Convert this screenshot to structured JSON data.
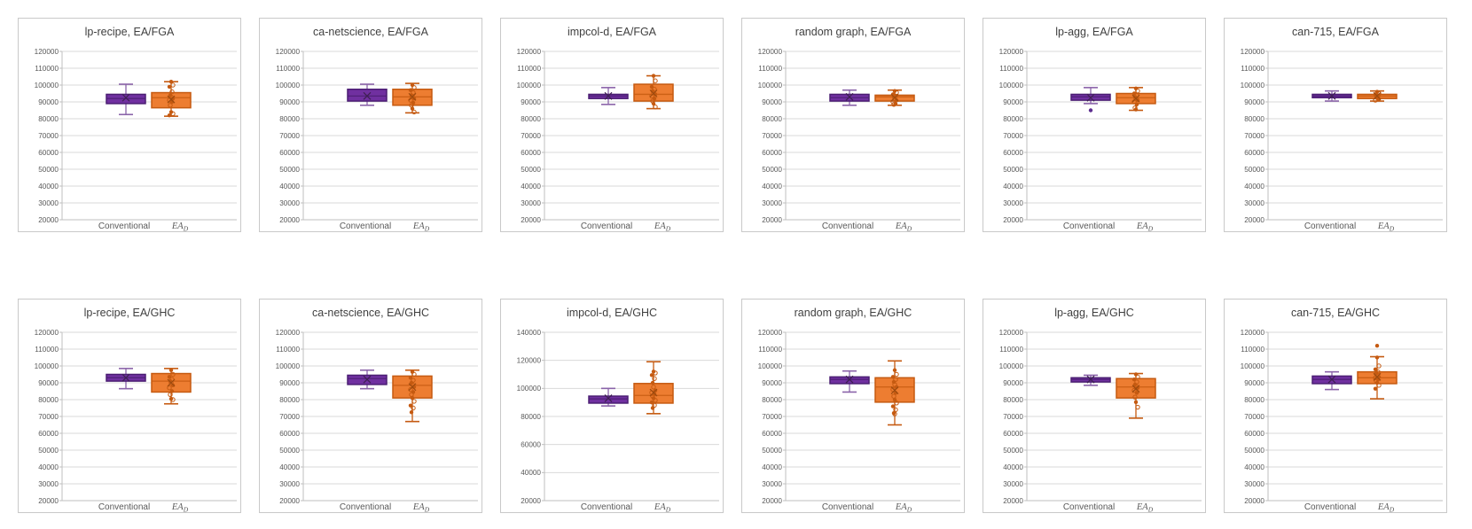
{
  "theme": {
    "background": "#ffffff",
    "card_border": "#c9c9c9",
    "grid_color": "#d9d9d9",
    "axis_color": "#bfbfbf",
    "tick_color": "#595959",
    "title_color": "#404040",
    "purple_fill": "#7030a0",
    "purple_border": "#4b1e73",
    "purple_whisker": "#8a63a9",
    "purple_point": "#5b2d8e",
    "orange_fill": "#ed7d31",
    "orange_border": "#c55a11",
    "orange_whisker": "#c55a11",
    "orange_point": "#c55a11",
    "mean_purple": "#3e2052",
    "mean_orange": "#9c4a0e"
  },
  "categories": [
    {
      "label": "Conventional",
      "style": "plain"
    },
    {
      "label": "EA",
      "subscript": "D",
      "style": "math-italic"
    }
  ],
  "chart_data": [
    {
      "type": "box",
      "title": "lp-recipe, EA/FGA",
      "ylim": [
        20000,
        120000
      ],
      "ytick_step": 10000,
      "grid": true,
      "series": [
        {
          "name": "Conventional",
          "color_key": "purple",
          "low": 82500,
          "q1": 89000,
          "median": 92000,
          "mean": 92500,
          "q3": 94500,
          "high": 100500,
          "outliers": [],
          "points": []
        },
        {
          "name": "EA_D",
          "color_key": "orange",
          "low": 81500,
          "q1": 86500,
          "median": 92500,
          "mean": 91500,
          "q3": 95500,
          "high": 102000,
          "outliers": [],
          "points": [
            102000,
            100000,
            99000,
            96000,
            94000,
            93000,
            92000,
            91000,
            90000,
            88000,
            84000,
            83000,
            82000
          ]
        }
      ]
    },
    {
      "type": "box",
      "title": "ca-netscience, EA/FGA",
      "ylim": [
        20000,
        120000
      ],
      "ytick_step": 10000,
      "grid": true,
      "series": [
        {
          "name": "Conventional",
          "color_key": "purple",
          "low": 88000,
          "q1": 90500,
          "median": 93500,
          "mean": 93500,
          "q3": 97500,
          "high": 100500,
          "outliers": [],
          "points": []
        },
        {
          "name": "EA_D",
          "color_key": "orange",
          "low": 83500,
          "q1": 88000,
          "median": 93000,
          "mean": 93000,
          "q3": 97500,
          "high": 101000,
          "outliers": [],
          "points": [
            100000,
            98500,
            97000,
            95500,
            94000,
            93000,
            92000,
            91000,
            89500,
            88000,
            86000,
            84000
          ]
        }
      ]
    },
    {
      "type": "box",
      "title": "impcol-d, EA/FGA",
      "ylim": [
        20000,
        120000
      ],
      "ytick_step": 10000,
      "grid": true,
      "series": [
        {
          "name": "Conventional",
          "color_key": "purple",
          "low": 88500,
          "q1": 92000,
          "median": 93500,
          "mean": 93500,
          "q3": 94500,
          "high": 98500,
          "outliers": [],
          "points": []
        },
        {
          "name": "EA_D",
          "color_key": "orange",
          "low": 86000,
          "q1": 90500,
          "median": 94500,
          "mean": 95000,
          "q3": 100500,
          "high": 105500,
          "outliers": [],
          "points": [
            105500,
            102500,
            99000,
            97500,
            96500,
            95500,
            94500,
            93500,
            92000,
            90500,
            89000,
            87000
          ]
        }
      ]
    },
    {
      "type": "box",
      "title": "random graph, EA/FGA",
      "ylim": [
        20000,
        120000
      ],
      "ytick_step": 10000,
      "grid": true,
      "series": [
        {
          "name": "Conventional",
          "color_key": "purple",
          "low": 88000,
          "q1": 90500,
          "median": 92500,
          "mean": 93000,
          "q3": 94500,
          "high": 97000,
          "outliers": [],
          "points": []
        },
        {
          "name": "EA_D",
          "color_key": "orange",
          "low": 88000,
          "q1": 90500,
          "median": 93000,
          "mean": 92500,
          "q3": 94000,
          "high": 97000,
          "outliers": [],
          "points": [
            96500,
            95500,
            94500,
            93500,
            93000,
            92000,
            91000,
            90000,
            89000,
            88500
          ]
        }
      ]
    },
    {
      "type": "box",
      "title": "lp-agg, EA/FGA",
      "ylim": [
        20000,
        120000
      ],
      "ytick_step": 10000,
      "grid": true,
      "series": [
        {
          "name": "Conventional",
          "color_key": "purple",
          "low": 89000,
          "q1": 91000,
          "median": 93000,
          "mean": 92500,
          "q3": 94500,
          "high": 98500,
          "outliers": [
            85000
          ],
          "points": []
        },
        {
          "name": "EA_D",
          "color_key": "orange",
          "low": 85000,
          "q1": 89000,
          "median": 92500,
          "mean": 92000,
          "q3": 95000,
          "high": 98500,
          "outliers": [],
          "points": [
            98000,
            96500,
            95000,
            94000,
            93000,
            92000,
            91000,
            90000,
            88500,
            86500,
            85500
          ]
        }
      ]
    },
    {
      "type": "box",
      "title": "can-715, EA/FGA",
      "ylim": [
        20000,
        120000
      ],
      "ytick_step": 10000,
      "grid": true,
      "series": [
        {
          "name": "Conventional",
          "color_key": "purple",
          "low": 90500,
          "q1": 92500,
          "median": 93500,
          "mean": 93500,
          "q3": 94500,
          "high": 96500,
          "outliers": [],
          "points": []
        },
        {
          "name": "EA_D",
          "color_key": "orange",
          "low": 90500,
          "q1": 92000,
          "median": 93500,
          "mean": 93500,
          "q3": 94500,
          "high": 96500,
          "outliers": [],
          "points": [
            96000,
            95000,
            94500,
            93500,
            93000,
            92500,
            91500,
            91000
          ]
        }
      ]
    },
    {
      "type": "box",
      "title": "lp-recipe, EA/GHC",
      "ylim": [
        20000,
        120000
      ],
      "ytick_step": 10000,
      "grid": true,
      "series": [
        {
          "name": "Conventional",
          "color_key": "purple",
          "low": 86500,
          "q1": 91000,
          "median": 93000,
          "mean": 93000,
          "q3": 95000,
          "high": 98500,
          "outliers": [],
          "points": []
        },
        {
          "name": "EA_D",
          "color_key": "orange",
          "low": 77500,
          "q1": 84500,
          "median": 91000,
          "mean": 90000,
          "q3": 95500,
          "high": 98500,
          "outliers": [],
          "points": [
            97500,
            95000,
            93500,
            92000,
            91000,
            90000,
            88500,
            87000,
            85000,
            83000,
            80500,
            80000
          ]
        }
      ]
    },
    {
      "type": "box",
      "title": "ca-netscience, EA/GHC",
      "ylim": [
        20000,
        120000
      ],
      "ytick_step": 10000,
      "grid": true,
      "series": [
        {
          "name": "Conventional",
          "color_key": "purple",
          "low": 86500,
          "q1": 89000,
          "median": 92500,
          "mean": 92000,
          "q3": 94500,
          "high": 97500,
          "outliers": [],
          "points": []
        },
        {
          "name": "EA_D",
          "color_key": "orange",
          "low": 67000,
          "q1": 81000,
          "median": 88500,
          "mean": 87500,
          "q3": 94000,
          "high": 97500,
          "outliers": [],
          "points": [
            96500,
            95000,
            93000,
            91500,
            90000,
            89000,
            87500,
            86000,
            84500,
            83000,
            81000,
            79000,
            76500,
            75000,
            72500
          ]
        }
      ]
    },
    {
      "type": "box",
      "title": "impcol-d, EA/GHC",
      "ylim": [
        20000,
        140000
      ],
      "ytick_step": 20000,
      "grid": true,
      "series": [
        {
          "name": "Conventional",
          "color_key": "purple",
          "low": 87500,
          "q1": 89500,
          "median": 92500,
          "mean": 93000,
          "q3": 94500,
          "high": 100000,
          "outliers": [],
          "points": []
        },
        {
          "name": "EA_D",
          "color_key": "orange",
          "low": 82000,
          "q1": 89500,
          "median": 95000,
          "mean": 97000,
          "q3": 103500,
          "high": 119000,
          "outliers": [],
          "points": [
            112000,
            111000,
            109500,
            107000,
            104000,
            101000,
            98500,
            97000,
            96000,
            94500,
            93000,
            91500,
            90000,
            88000,
            86000
          ]
        }
      ]
    },
    {
      "type": "box",
      "title": "random graph, EA/GHC",
      "ylim": [
        20000,
        120000
      ],
      "ytick_step": 10000,
      "grid": true,
      "series": [
        {
          "name": "Conventional",
          "color_key": "purple",
          "low": 84500,
          "q1": 89500,
          "median": 92000,
          "mean": 92000,
          "q3": 93500,
          "high": 97000,
          "outliers": [],
          "points": []
        },
        {
          "name": "EA_D",
          "color_key": "orange",
          "low": 65000,
          "q1": 78500,
          "median": 87500,
          "mean": 85500,
          "q3": 93000,
          "high": 103000,
          "outliers": [],
          "points": [
            97500,
            95000,
            93500,
            92000,
            90500,
            89000,
            87500,
            86000,
            84000,
            82000,
            80000,
            78000,
            76000,
            74000,
            72000,
            71500
          ]
        }
      ]
    },
    {
      "type": "box",
      "title": "lp-agg, EA/GHC",
      "ylim": [
        20000,
        120000
      ],
      "ytick_step": 10000,
      "grid": true,
      "series": [
        {
          "name": "Conventional",
          "color_key": "purple",
          "low": 88500,
          "q1": 90500,
          "median": 92000,
          "mean": 92000,
          "q3": 93000,
          "high": 94500,
          "outliers": [],
          "points": []
        },
        {
          "name": "EA_D",
          "color_key": "orange",
          "low": 69000,
          "q1": 81000,
          "median": 87500,
          "mean": 86500,
          "q3": 92500,
          "high": 95500,
          "outliers": [],
          "points": [
            95000,
            93500,
            92000,
            90500,
            89000,
            88000,
            87000,
            85500,
            84000,
            81500,
            78500,
            75500
          ]
        }
      ]
    },
    {
      "type": "box",
      "title": "can-715, EA/GHC",
      "ylim": [
        20000,
        120000
      ],
      "ytick_step": 10000,
      "grid": true,
      "series": [
        {
          "name": "Conventional",
          "color_key": "purple",
          "low": 86000,
          "q1": 89500,
          "median": 92000,
          "mean": 92000,
          "q3": 94000,
          "high": 96500,
          "outliers": [],
          "points": []
        },
        {
          "name": "EA_D",
          "color_key": "orange",
          "low": 80500,
          "q1": 89500,
          "median": 93000,
          "mean": 93500,
          "q3": 96500,
          "high": 105500,
          "outliers": [
            112000
          ],
          "points": [
            105000,
            100000,
            98000,
            96500,
            95500,
            94500,
            93500,
            93000,
            92000,
            91000,
            90000,
            88500,
            86500
          ]
        }
      ]
    }
  ]
}
